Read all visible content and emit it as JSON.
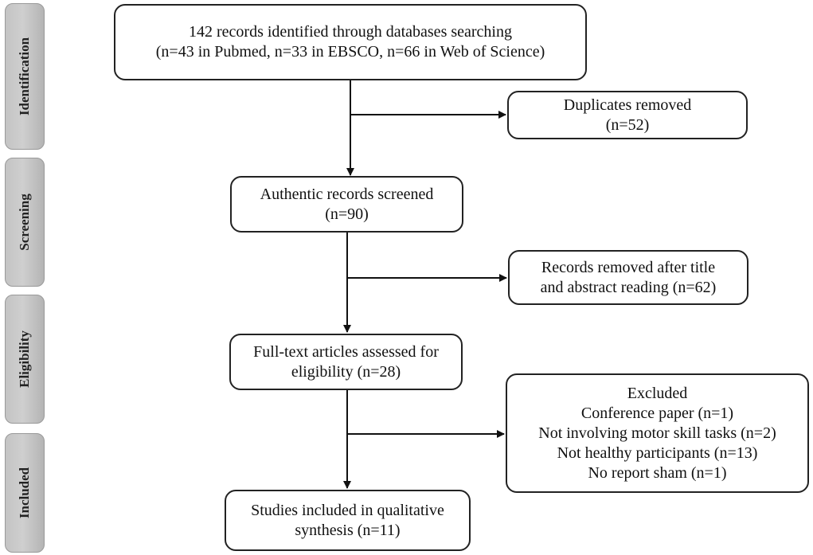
{
  "stages": {
    "identification": "Identification",
    "screening": "Screening",
    "eligibility": "Eligibility",
    "included": "Included"
  },
  "boxes": {
    "identified": {
      "line1": "142 records identified through databases searching",
      "line2": "(n=43 in Pubmed, n=33 in EBSCO, n=66 in Web of Science)"
    },
    "duplicates": {
      "line1": "Duplicates removed",
      "line2": "(n=52)"
    },
    "screened": {
      "line1": "Authentic records screened",
      "line2": "(n=90)"
    },
    "removed": {
      "line1": "Records removed after title",
      "line2": "and abstract reading (n=62)"
    },
    "fulltext": {
      "line1": "Full-text articles assessed for",
      "line2": "eligibility (n=28)"
    },
    "excluded": {
      "title": "Excluded",
      "reasons": [
        "Conference paper (n=1)",
        "Not involving motor skill tasks (n=2)",
        "Not healthy participants (n=13)",
        "No report sham (n=1)"
      ]
    },
    "included": {
      "line1": "Studies included in qualitative",
      "line2": "synthesis (n=11)"
    }
  }
}
